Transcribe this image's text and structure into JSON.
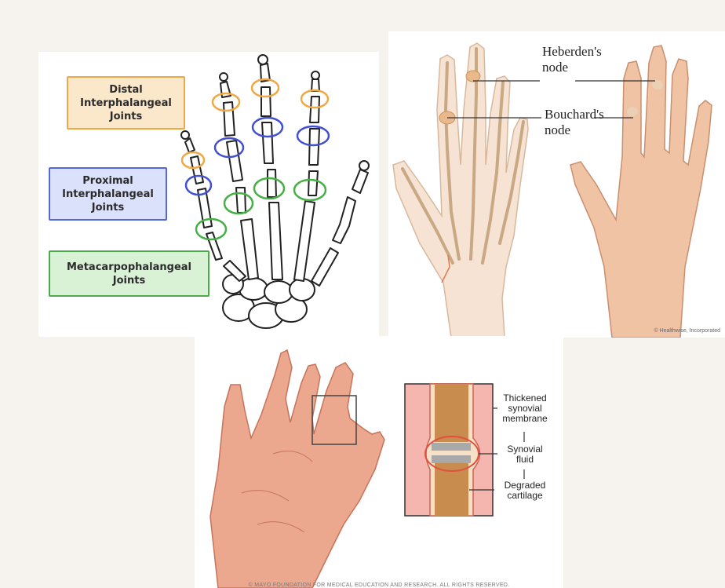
{
  "skeleton_panel": {
    "dip_label": [
      "Distal",
      "Interphalangeal",
      "Joints"
    ],
    "pip_label": [
      "Proximal",
      "Interphalangeal",
      "Joints"
    ],
    "mcp_label": [
      "Metacarpophalangeal",
      "Joints"
    ],
    "colors": {
      "dip": "#f0a845",
      "pip": "#5566d6",
      "mcp": "#4caa4c"
    }
  },
  "nodes_panel": {
    "heberden_label": [
      "Heberden's",
      "node"
    ],
    "bouchard_label": [
      "Bouchard's",
      "node"
    ],
    "credit": "© Healthwise, Incorporated"
  },
  "arthritis_panel": {
    "callout_thickened": [
      "Thickened",
      "synovial",
      "membrane"
    ],
    "callout_fluid": [
      "Synovial",
      "fluid"
    ],
    "callout_cartilage": [
      "Degraded",
      "cartilage"
    ],
    "credit": "© MAYO FOUNDATION FOR MEDICAL EDUCATION AND RESEARCH. ALL RIGHTS RESERVED."
  }
}
